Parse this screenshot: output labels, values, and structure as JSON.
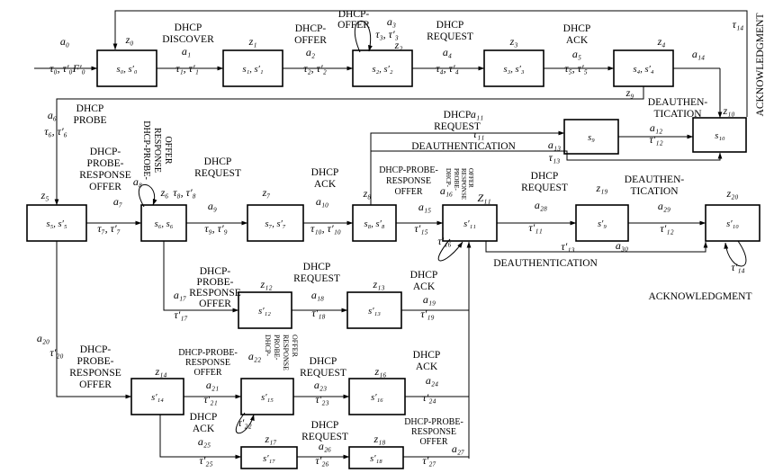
{
  "states": {
    "z0": {
      "name": "z₀",
      "content": "s₀, s′₀"
    },
    "z1": {
      "name": "z₁",
      "content": "s₁, s′₁"
    },
    "z2": {
      "name": "z₂",
      "content": "s₂, s′₂"
    },
    "z3": {
      "name": "z₃",
      "content": "s₃, s′₃"
    },
    "z4": {
      "name": "z₄",
      "content": "s₄, s′₄"
    },
    "z5": {
      "name": "z₅",
      "content": "s₅, s′₅"
    },
    "z6": {
      "name": "z₆",
      "content": "s₆, s₆"
    },
    "z7": {
      "name": "z₇",
      "content": "s₇, s′₇"
    },
    "z8": {
      "name": "z₈",
      "content": "s₈, s′₈"
    },
    "z9": {
      "name": "",
      "content": "s₉"
    },
    "z10": {
      "name": "z₁₀",
      "content": "s₁₀"
    },
    "z11": {
      "name": "Z₁₁",
      "content": "s′₁₁"
    },
    "z19": {
      "name": "z₁₉",
      "content": "s′₉"
    },
    "z20": {
      "name": "z₂₀",
      "content": "s′₁₀"
    },
    "z12": {
      "name": "z₁₂",
      "content": "s′₁₂"
    },
    "z13": {
      "name": "z₁₃",
      "content": "s′₁₃"
    },
    "z14": {
      "name": "z₁₄",
      "content": "s′₁₄"
    },
    "z15": {
      "name": "",
      "content": "s′₁₅"
    },
    "z16": {
      "name": "z₁₆",
      "content": "s′₁₆"
    },
    "z17": {
      "name": "z₁₇",
      "content": "s′₁₇"
    },
    "z18": {
      "name": "z₁₈",
      "content": "s′₁₈"
    }
  },
  "messages": {
    "discover": [
      "DHCP",
      "DISCOVER"
    ],
    "offer": [
      "DHCP-",
      "OFFER"
    ],
    "offer_loop": [
      "DHCP-",
      "OFFER"
    ],
    "request_top": [
      "DHCP",
      "REQUEST"
    ],
    "ack_top": [
      "DHCP",
      "ACK"
    ],
    "probe": [
      "DHCP",
      "PROBE"
    ],
    "probe_resp": [
      "DHCP-",
      "PROBE-",
      "RESPONSE",
      "OFFER"
    ],
    "probe_resp_vertical": [
      "DHCP-PROBE-",
      "RESPONSE",
      "OFFER"
    ],
    "request_mid": [
      "DHCP",
      "REQUEST"
    ],
    "ack_mid": [
      "DHCP",
      "ACK"
    ],
    "probe_resp_z8": [
      "DHCP-PROBE-",
      "RESPONSE",
      "OFFER"
    ],
    "probe_resp_z11_vertical": [
      "DHCP-",
      "PROBE-",
      "RESPONSE",
      "OFFER"
    ],
    "request_z11": [
      "DHCP",
      "REQUEST"
    ],
    "deauth_z19": [
      "DEAUTHEN-",
      "TICATION"
    ],
    "deauth_bottom": "DEAUTHENTICATION",
    "acknowledgment_bottom": "ACKNOWLEDGMENT",
    "request_a11": [
      "DHCP",
      "REQUEST"
    ],
    "deauth_a13": "DEAUTHENTICATION",
    "deauth_z10": [
      "DEAUTHEN-",
      "TICATION"
    ],
    "acknowledgment_vertical": "ACKNOWLEDGMENT",
    "probe_resp_z12": [
      "DHCP-",
      "PROBE-",
      "RESPONSE",
      "OFFER"
    ],
    "request_z12": [
      "DHCP",
      "REQUEST"
    ],
    "ack_z13": [
      "DHCP",
      "ACK"
    ],
    "probe_resp_z14": [
      "DHCP-",
      "PROBE-",
      "RESPONSE",
      "OFFER"
    ],
    "probe_resp_z14b": [
      "DHCP-PROBE-",
      "RESPONSE",
      "OFFER"
    ],
    "probe_resp_z15_vertical": [
      "DHCP-",
      "PROBE-",
      "RESPONSE",
      "OFFER"
    ],
    "request_z15": [
      "DHCP",
      "REQUEST"
    ],
    "ack_z16": [
      "DHCP",
      "ACK"
    ],
    "ack_z17": [
      "DHCP",
      "ACK"
    ],
    "request_z17": [
      "DHCP",
      "REQUEST"
    ],
    "probe_resp_z18": [
      "DHCP-PROBE-",
      "RESPONSE",
      "OFFER"
    ]
  },
  "symbols": {
    "a0": "a₀",
    "t0": "τ₀, τ′₀F′₀",
    "a1": "a₁",
    "t1": "τ₁, τ′₁",
    "a2": "a₂",
    "t2": "τ₂, τ′₂",
    "a3": "a₃",
    "t3": "τ₃, τ′₃",
    "a4": "a₄",
    "t4": "τ₄, τ′₄",
    "a5": "a₅",
    "t5": "τ₅, τ′₅",
    "a14": "a₁₄",
    "t14": "τ₁₄",
    "z9": "z₉",
    "a6": "a₆",
    "t6": "τ₆, τ′₆",
    "a7": "a₇",
    "t7": "τ₇, τ′₇",
    "a8": "a₈",
    "t8": "τ₈, τ′₈",
    "a9": "a₉",
    "t9": "τ₉, τ′₉",
    "a10": "a₁₀",
    "t10": "τ₁₀, τ′₁₀",
    "a11": "a₁₁",
    "t11": "τ₁₁",
    "a12": "a₁₂",
    "t12": "τ′₁₂",
    "a13": "a₁₃",
    "t13": "τ₁₃",
    "a15": "a₁₅",
    "t15": "τ′₁₅",
    "a16": "a₁₆",
    "t16": "τ′₁₆",
    "a28": "a₂₈",
    "t11p": "τ′₁₁",
    "a29": "a₂₉",
    "t12p": "τ′₁₂",
    "t13p": "τ′₁₃",
    "a30": "a₃₀",
    "t14p": "τ′₁₄",
    "a17": "a₁₇",
    "t17": "τ′₁₇",
    "a18": "a₁₈",
    "t18": "τ′₁₈",
    "a19": "a₁₉",
    "t19": "τ′₁₉",
    "a20": "a₂₀",
    "t20": "τ′₂₀",
    "a21": "a₂₁",
    "t21": "τ′₂₁",
    "a22": "a₂₂",
    "t22": "τ′₂₂",
    "a23": "a₂₃",
    "t23": "τ′₂₃",
    "a24": "a₂₄",
    "t24": "τ′₂₄",
    "a25": "a₂₅",
    "t25": "τ′₂₅",
    "a26": "a₂₆",
    "t26": "τ′₂₆",
    "a27": "a₂₇",
    "t27": "τ′₂₇"
  }
}
